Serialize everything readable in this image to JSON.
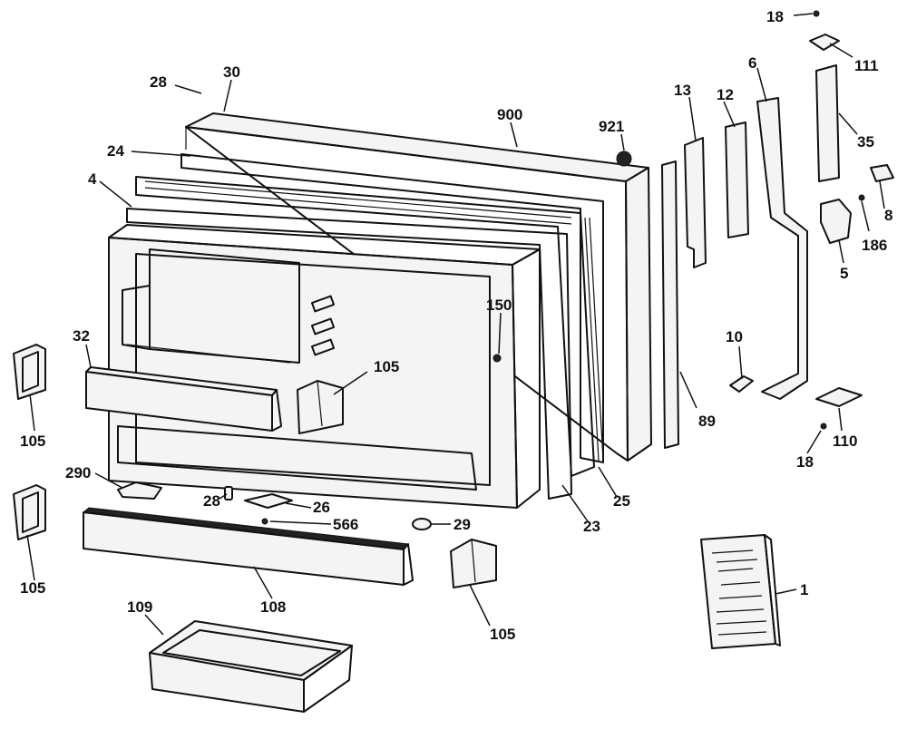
{
  "callouts": {
    "c18a": "18",
    "c111": "111",
    "c28a": "28",
    "c30": "30",
    "c13": "13",
    "c12": "12",
    "c6": "6",
    "c900": "900",
    "c921": "921",
    "c35": "35",
    "c24": "24",
    "c4": "4",
    "c8": "8",
    "c186": "186",
    "c5": "5",
    "c150": "150",
    "c32": "32",
    "c105a": "105",
    "c105b": "105",
    "c10": "10",
    "c89": "89",
    "c110": "110",
    "c18b": "18",
    "c290": "290",
    "c28b": "28",
    "c26": "26",
    "c566": "566",
    "c29": "29",
    "c25": "25",
    "c23": "23",
    "c105c": "105",
    "c1": "1",
    "c108": "108",
    "c105d": "105",
    "c109": "109"
  }
}
